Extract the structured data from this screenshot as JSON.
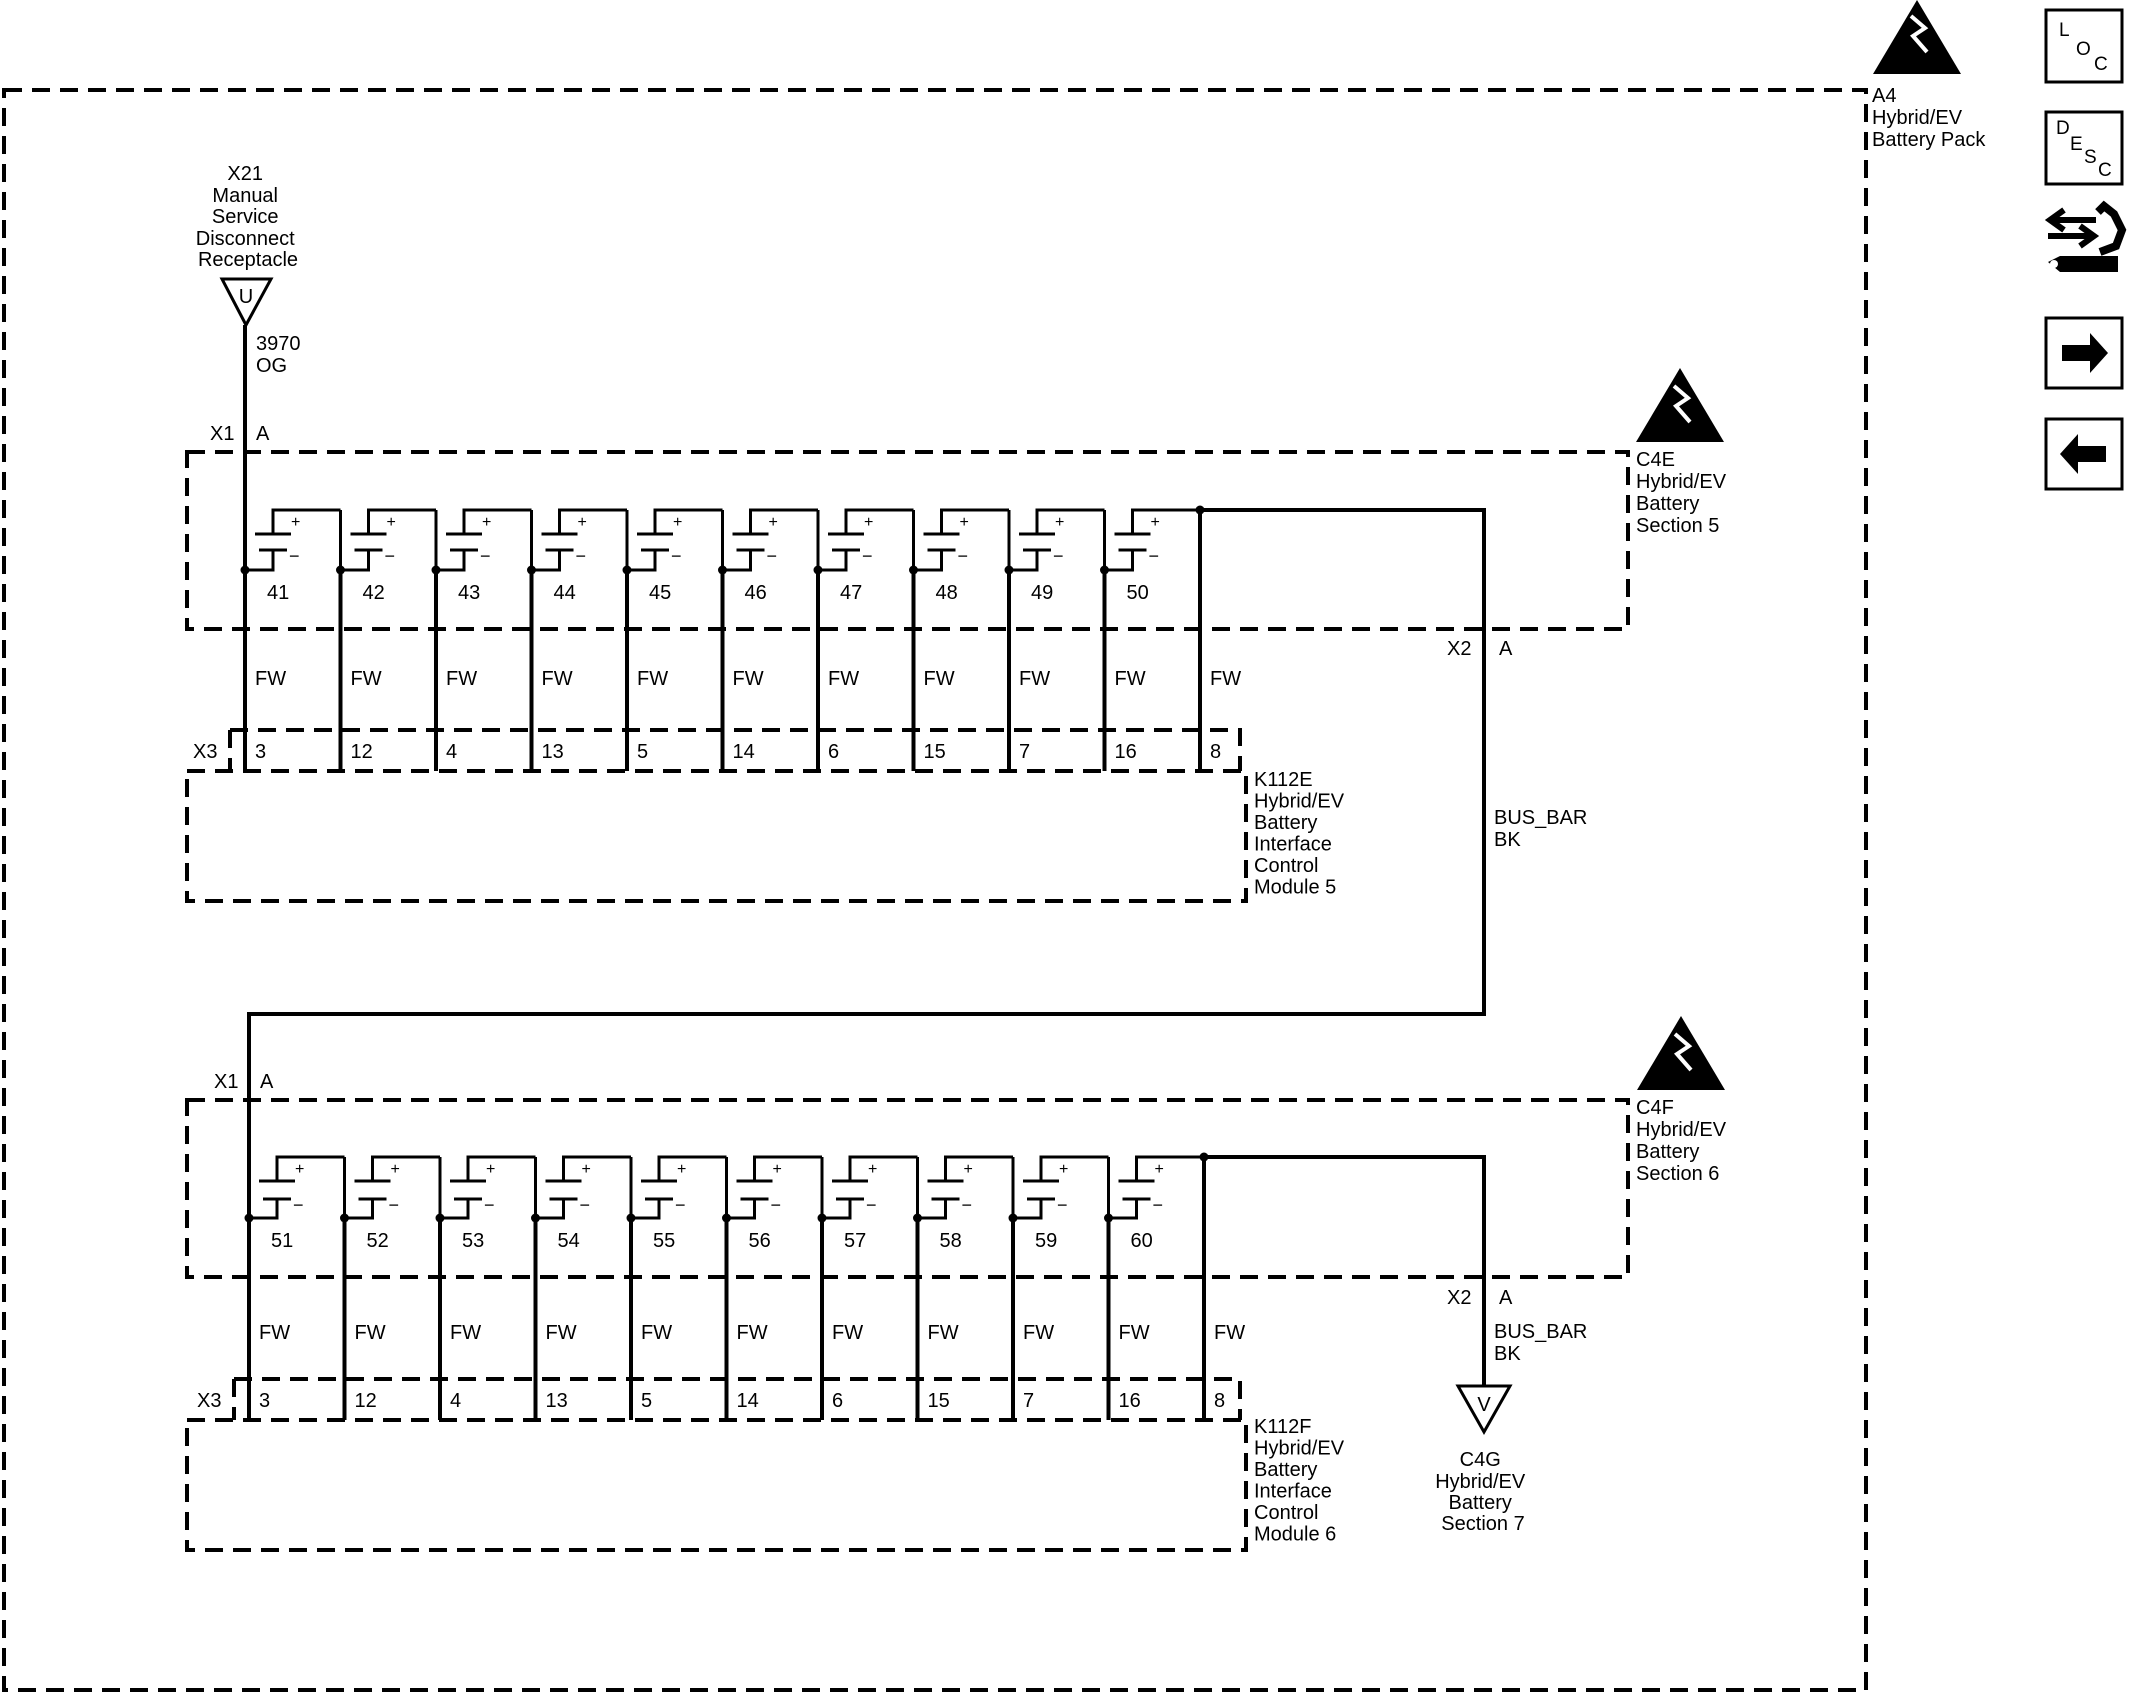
{
  "pack": {
    "lines": [
      "A4",
      "Hybrid/EV",
      "Battery Pack"
    ]
  },
  "msd": {
    "title_lines": [
      "X21",
      "Manual",
      "Service",
      "Disconnect",
      "Receptacle"
    ],
    "symbol": "U",
    "wire_lines": [
      "3970",
      "OG"
    ]
  },
  "upper": {
    "connector_in": {
      "conn": "X1",
      "pin": "A"
    },
    "section_lines": [
      "C4E",
      "Hybrid/EV",
      "Battery",
      "Section 5"
    ],
    "cells": [
      "41",
      "42",
      "43",
      "44",
      "45",
      "46",
      "47",
      "48",
      "49",
      "50"
    ],
    "x2": {
      "conn": "X2",
      "pin": "A"
    },
    "fw_label": "FW",
    "x3_label": "X3",
    "x3_pins": [
      "3",
      "12",
      "4",
      "13",
      "5",
      "14",
      "6",
      "15",
      "7",
      "16",
      "8"
    ],
    "module_lines": [
      "K112E",
      "Hybrid/EV",
      "Battery",
      "Interface",
      "Control",
      "Module 5"
    ]
  },
  "busbar_upper": [
    "BUS_BAR",
    "BK"
  ],
  "lower": {
    "connector_in": {
      "conn": "X1",
      "pin": "A"
    },
    "section_lines": [
      "C4F",
      "Hybrid/EV",
      "Battery",
      "Section 6"
    ],
    "cells": [
      "51",
      "52",
      "53",
      "54",
      "55",
      "56",
      "57",
      "58",
      "59",
      "60"
    ],
    "x2": {
      "conn": "X2",
      "pin": "A"
    },
    "fw_label": "FW",
    "x3_label": "X3",
    "x3_pins": [
      "3",
      "12",
      "4",
      "13",
      "5",
      "14",
      "6",
      "15",
      "7",
      "16",
      "8"
    ],
    "module_lines": [
      "K112F",
      "Hybrid/EV",
      "Battery",
      "Interface",
      "Control",
      "Module 6"
    ]
  },
  "busbar_lower": [
    "BUS_BAR",
    "BK"
  ],
  "output": {
    "symbol": "V",
    "lines": [
      "C4G",
      "Hybrid/EV",
      "Battery",
      "Section 7"
    ]
  },
  "cell_polarity": {
    "plus": "+",
    "minus": "−"
  },
  "sidebar": {
    "loc": [
      "L",
      "O",
      "C"
    ],
    "desc": [
      "D",
      "E",
      "S",
      "C"
    ],
    "icons": [
      "connector-icon",
      "arrow-right-icon",
      "arrow-left-icon"
    ]
  }
}
